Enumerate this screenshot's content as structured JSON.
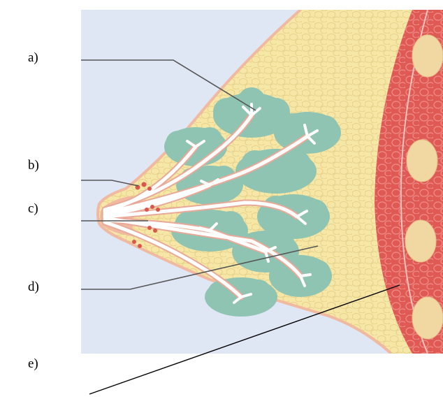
{
  "labels": {
    "a": "a)",
    "b": "b)",
    "c": "c)",
    "d": "d)",
    "e": "e)"
  },
  "colors": {
    "background": "#dfe6f4",
    "fat_tissue": "#f6e7a6",
    "fat_lobule": "#eedd93",
    "skin_edge": "#f0b9a0",
    "muscle": "#e05a55",
    "muscle_light": "#ec8a84",
    "rib": "#f1d7a2",
    "lobule_green": "#8fc4b2",
    "duct": "#ffffff",
    "duct_outline": "#e8a999",
    "leader_gray": "#555555",
    "leader_black": "#000000"
  }
}
